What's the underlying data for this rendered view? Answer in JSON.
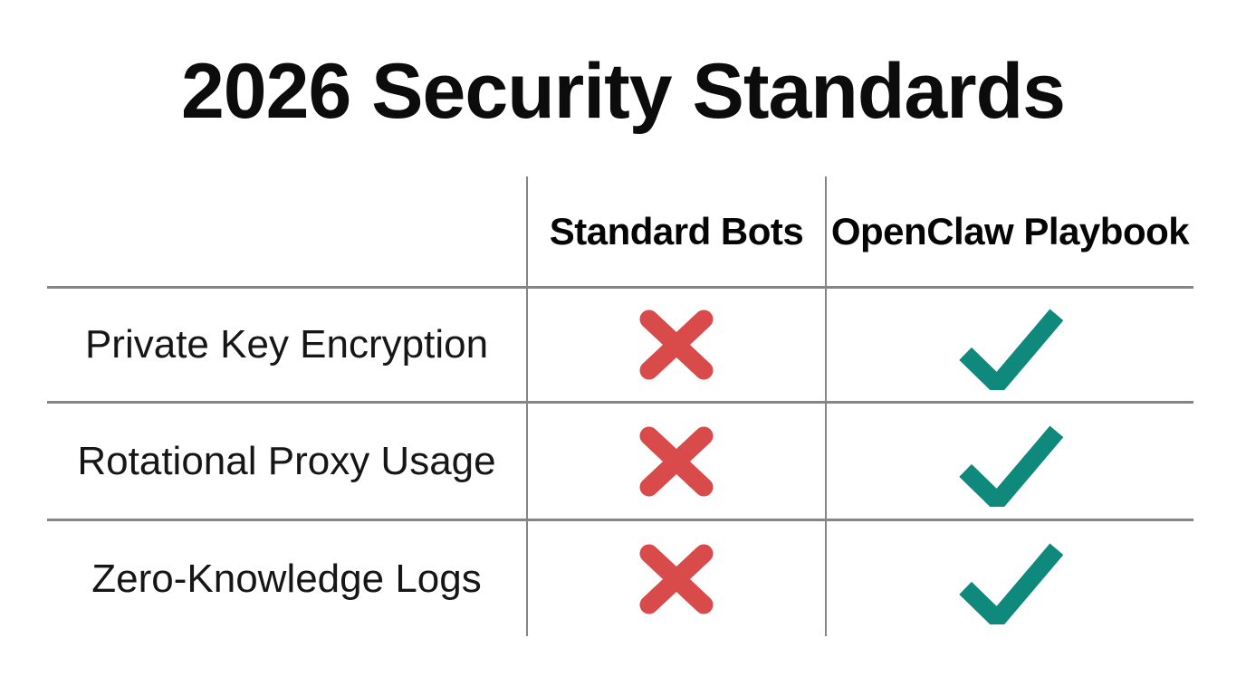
{
  "title": "2026 Security Standards",
  "table": {
    "columns": [
      {
        "label": "Standard Bots"
      },
      {
        "label": "OpenClaw Playbook"
      }
    ],
    "rows": [
      {
        "label": "Private Key Encryption",
        "standard_bots": "cross",
        "openclaw_playbook": "check"
      },
      {
        "label": "Rotational Proxy Usage",
        "standard_bots": "cross",
        "openclaw_playbook": "check"
      },
      {
        "label": "Zero-Knowledge Logs",
        "standard_bots": "cross",
        "openclaw_playbook": "check"
      }
    ]
  },
  "icons": {
    "cross": "cross-icon",
    "check": "check-icon"
  },
  "colors": {
    "cross": "#d94b4b",
    "check": "#10897d",
    "grid_line": "#858585",
    "text": "#0c0c0c",
    "background": "#ffffff"
  },
  "chart_data": {
    "type": "table",
    "title": "2026 Security Standards",
    "columns": [
      "",
      "Standard Bots",
      "OpenClaw Playbook"
    ],
    "rows": [
      [
        "Private Key Encryption",
        "cross",
        "check"
      ],
      [
        "Rotational Proxy Usage",
        "cross",
        "check"
      ],
      [
        "Zero-Knowledge Logs",
        "cross",
        "check"
      ]
    ],
    "legend_position": "none",
    "grid": "partial"
  }
}
